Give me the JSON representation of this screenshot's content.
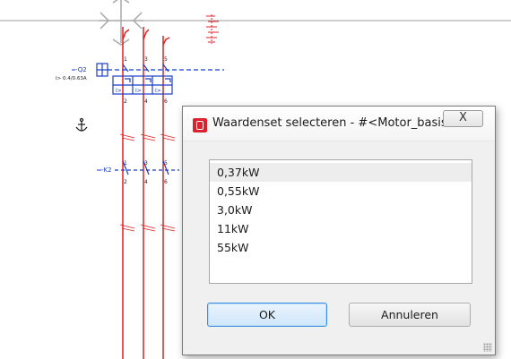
{
  "schematic": {
    "labels": {
      "q2": "-Q2",
      "q2_rating": "I> 0.4/0.63A",
      "k2": "-K2",
      "t1": "1",
      "t3": "3",
      "t5": "5",
      "t2": "2",
      "t4": "4",
      "t6": "6",
      "k1": "1",
      "k3": "3",
      "k5": "5",
      "k2t": "2",
      "k4": "4",
      "k6": "6",
      "ovl": "I>"
    },
    "colors": {
      "wire": "#e02020",
      "component": "#1a3cc8",
      "guide": "#9e9e9e"
    }
  },
  "dialog": {
    "title": "Waardenset selecteren - #<Motor_basis>",
    "close_label": "X",
    "values": [
      "0,37kW",
      "0,55kW",
      "3,0kW",
      "11kW",
      "55kW"
    ],
    "selected_index": 0,
    "ok_label": "OK",
    "cancel_label": "Annuleren"
  }
}
